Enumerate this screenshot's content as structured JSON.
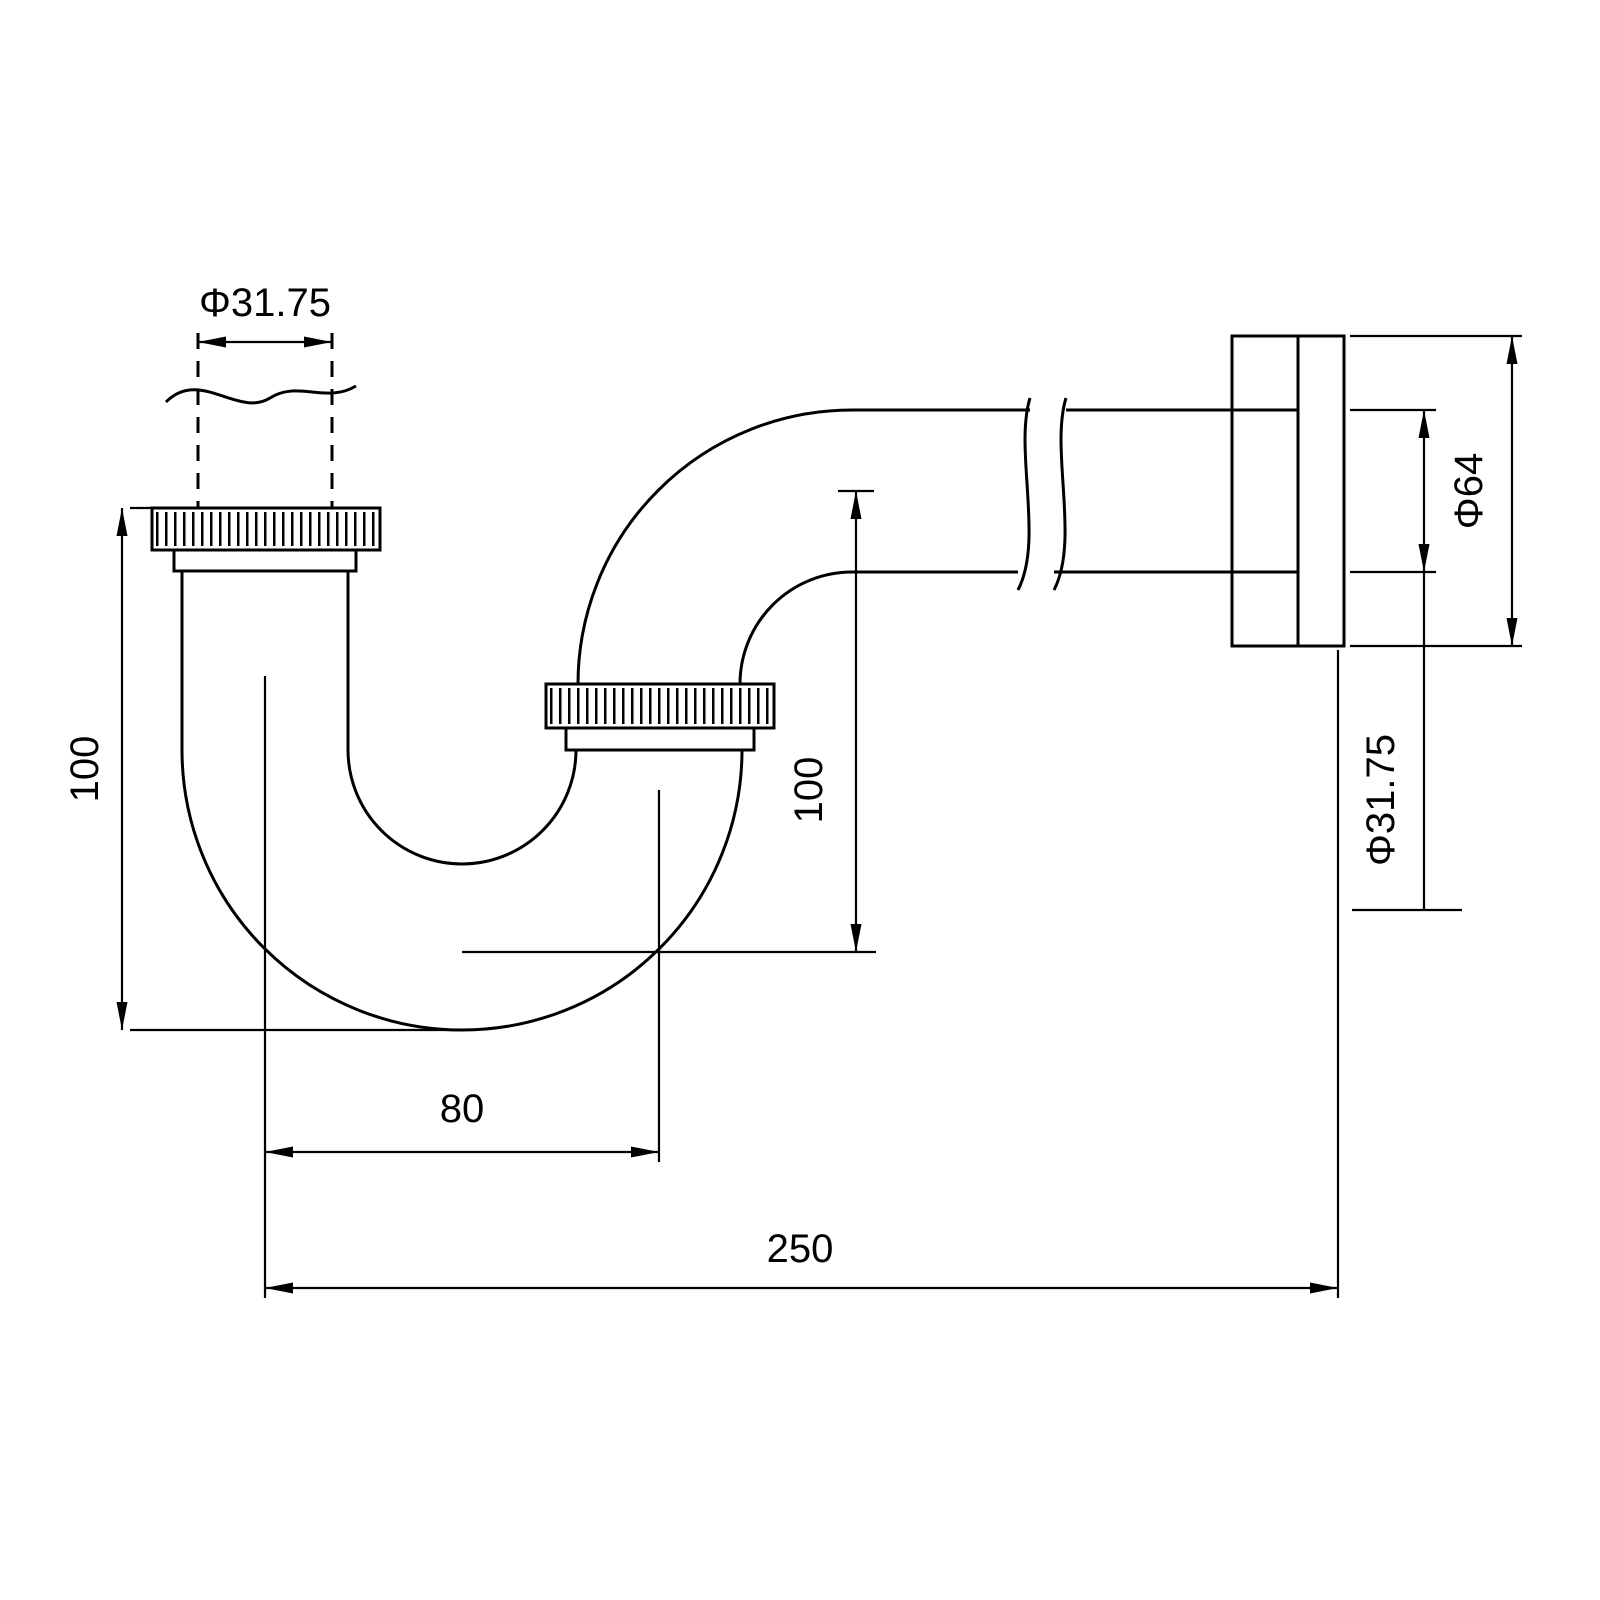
{
  "page": {
    "background_color": "#ffffff",
    "line_color": "#000000",
    "description": "Technical dimension drawing of a P-trap sink drain pipe with slip nuts and wall flange"
  },
  "dimensions": {
    "inlet_diameter_label": "Φ31.75",
    "left_height_label": "100",
    "right_height_label": "100",
    "horizontal_offset_label": "80",
    "overall_width_label": "250",
    "flange_diameter_label": "Φ64",
    "outlet_diameter_label": "Φ31.75"
  }
}
